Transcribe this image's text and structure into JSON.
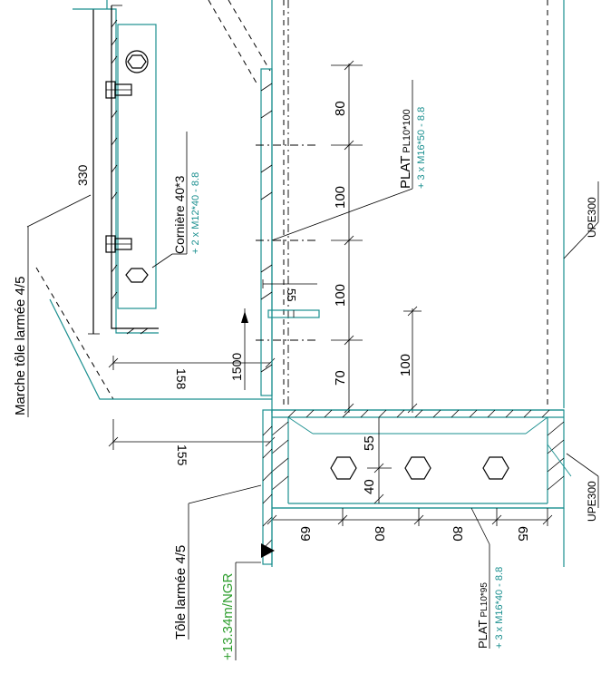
{
  "labels": {
    "dim_330": "330",
    "corniere_title": "Cornière 40*3",
    "corniere_bolts": "+ 2 x M12*40 - 8.8",
    "plat_top_title": "PLAT",
    "plat_top_size": "PL10*100",
    "plat_top_bolts": "+ 3 x M16*50 - 8.8",
    "dim_80_top": "80",
    "dim_100_a": "100",
    "dim_100_b": "100",
    "dim_70": "70",
    "dim_100_right": "100",
    "dim_55_small": "55",
    "dim_1500": "1500",
    "dim_158": "158",
    "dim_155": "155",
    "marche_label": "Marche tôle larmée 4/5",
    "upe_right": "UPE300",
    "upe_bottom": "UPE300",
    "dim_55_beam": "55",
    "dim_40": "40",
    "dim_69": "69",
    "dim_80_a": "80",
    "dim_80_b": "80",
    "dim_65": "65",
    "tole_label": "Tôle larmée 4/5",
    "level_label": "+13.34m/NGR",
    "plat_bottom_title": "PLAT",
    "plat_bottom_size": "PL10*95",
    "plat_bottom_bolts": "+ 3 x M16*40 - 8.8"
  },
  "colors": {
    "linework": "#000000",
    "steel": "#1a8f8f",
    "level": "#2e9e2e"
  }
}
